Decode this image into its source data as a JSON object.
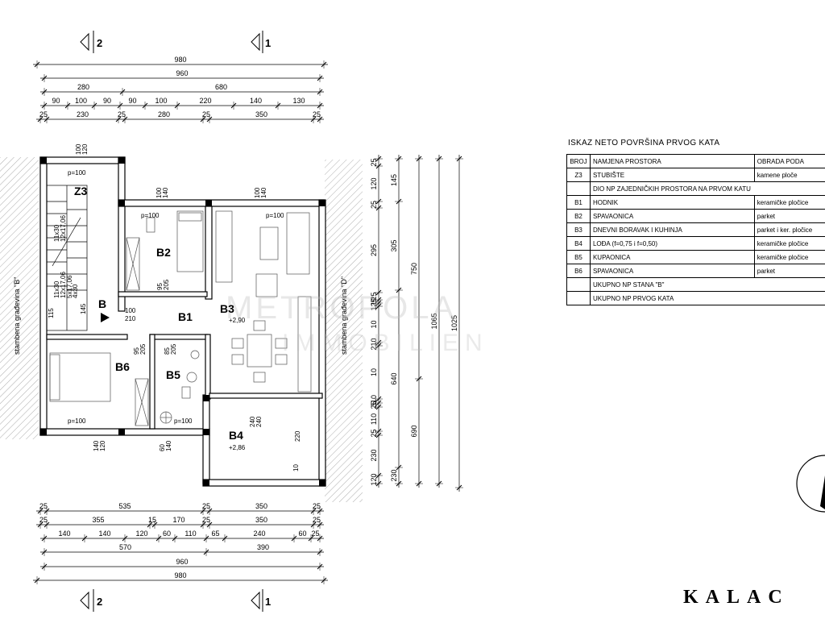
{
  "sections": {
    "left": "2",
    "right": "1"
  },
  "dims_top": {
    "r1": [
      "980"
    ],
    "r2": [
      "960"
    ],
    "r3": [
      "280",
      "680"
    ],
    "r4": [
      "90",
      "100",
      "90",
      "90",
      "100",
      "220",
      "140",
      "130"
    ],
    "r5": [
      "25",
      "230",
      "25",
      "280",
      "25",
      "350",
      "25"
    ]
  },
  "dims_bottom": {
    "r1": [
      "25",
      "535",
      "25",
      "350",
      "25"
    ],
    "r2": [
      "25",
      "355",
      "15",
      "170",
      "25",
      "350",
      "25"
    ],
    "r3": [
      "140",
      "140",
      "120",
      "60",
      "110",
      "65",
      "240",
      "60",
      "25"
    ],
    "r4": [
      "570",
      "390"
    ],
    "r5": [
      "960"
    ],
    "r6": [
      "980"
    ]
  },
  "dims_right": {
    "c1": [
      "25",
      "120",
      "25",
      "295",
      "25",
      "10",
      "125",
      "10",
      "210",
      "10",
      "310",
      "25",
      "110",
      "25",
      "230",
      "120"
    ],
    "c2": [
      "145",
      "305",
      "640",
      "230"
    ],
    "c3": [
      "750",
      "690"
    ],
    "c4": [
      "1065"
    ],
    "c5": [
      "1025"
    ]
  },
  "plan_labels": {
    "z3": "Z3",
    "b": "B",
    "b1": "B1",
    "b2": "B2",
    "b3": "B3",
    "b4": "B4",
    "b5": "B5",
    "b6": "B6",
    "p_z3": "p=100",
    "p_b2": "p=100",
    "p_b3": "p=100",
    "p_b6": "p=100",
    "p_b5": "p=100",
    "lvl_b3": "+2,90",
    "lvl_b4": "+2,86",
    "stair1": "11x30",
    "stair2": "12x17,06",
    "stair3": "5x17,06",
    "stair4": "4x30",
    "stair5": "11x30",
    "stair6": "12x17,06",
    "door_100": "100",
    "door_210": "210",
    "d95a": "95",
    "d205a": "205",
    "d95b": "95",
    "d205b": "205",
    "d85": "85",
    "d205c": "205",
    "w100a": "100",
    "w120a": "120",
    "w100b": "100",
    "w140b": "140",
    "w100c": "100",
    "w140c": "140",
    "w140d": "140",
    "w120d": "120",
    "w60e": "60",
    "w140e": "140",
    "w240a": "240",
    "w240b": "240",
    "d220": "220",
    "d10": "10",
    "d145": "145",
    "d115": "115",
    "neighbor_left": "stambena građevina \"B\"",
    "neighbor_right": "stambena građevina \"D\""
  },
  "watermark": {
    "line1": "METROPOLA",
    "line2": "IMMOBILIEN"
  },
  "table": {
    "title": "ISKAZ NETO POVRŠINA PRVOG KATA",
    "headers": [
      "BROJ",
      "NAMJENA PROSTORA",
      "OBRADA PODA"
    ],
    "rows": [
      [
        "Z3",
        "STUBIŠTE",
        "kamene ploče"
      ],
      [
        "",
        "DIO NP ZAJEDNIČKIH PROSTORA NA PRVOM KATU",
        ""
      ],
      [
        "B1",
        "HODNIK",
        "keramičke pločice"
      ],
      [
        "B2",
        "SPAVAONICA",
        "parket"
      ],
      [
        "B3",
        "DNEVNI BORAVAK I KUHINJA",
        "parket i ker. pločice"
      ],
      [
        "B4",
        "LOĐA (f=0,75 i f=0,50)",
        "keramičke pločice"
      ],
      [
        "B5",
        "KUPAONICA",
        "keramičke pločice"
      ],
      [
        "B6",
        "SPAVAONICA",
        "parket"
      ],
      [
        "",
        "UKUPNO NP STANA \"B\"",
        ""
      ],
      [
        "",
        "UKUPNO NP PRVOG KATA",
        ""
      ]
    ]
  },
  "brand": "KALAC"
}
